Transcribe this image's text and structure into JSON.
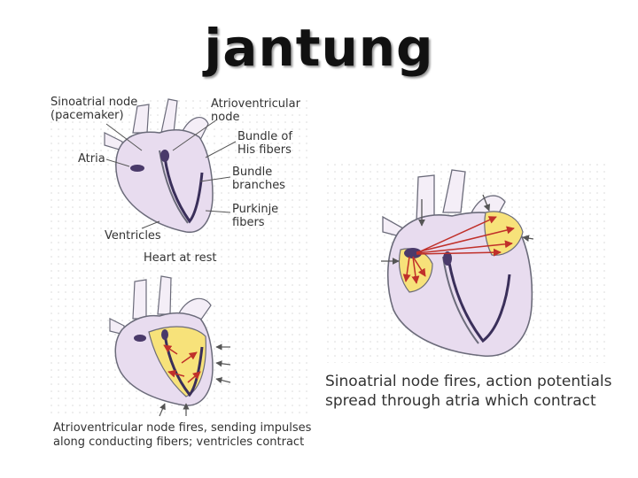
{
  "title": "jantung",
  "panel_rest": {
    "labels": {
      "sa_node": "Sinoatrial node\n(pacemaker)",
      "av_node": "Atrioventricular\nnode",
      "bundle_his": "Bundle of\nHis fibers",
      "atria": "Atria",
      "bundle_branches": "Bundle\nbranches",
      "purkinje": "Purkinje\nfibers",
      "ventricles": "Ventricles"
    },
    "caption": "Heart at rest"
  },
  "panel_av": {
    "caption": "Atrioventricular node fires, sending impulses\nalong conducting fibers; ventricles contract"
  },
  "panel_sa": {
    "caption": "Sinoatrial node fires, action potentials\nspread through atria which contract"
  },
  "colors": {
    "heart_fill": "#e8dcef",
    "heart_outline": "#6b6b7a",
    "vessel_fill": "#f4eef7",
    "excited_fill": "#f7e27a",
    "arrow": "#c0302a",
    "node_fill": "#4a3a6a",
    "grid_dot": "#d7d7d7"
  }
}
